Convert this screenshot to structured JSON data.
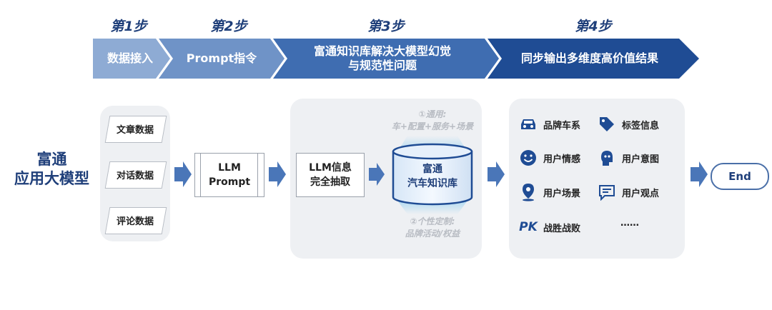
{
  "steps": [
    {
      "label": "第1步",
      "title": "数据接入"
    },
    {
      "label": "第2步",
      "title": "Prompt指令"
    },
    {
      "label": "第3步",
      "title_line1": "富通知识库解决大模型幻觉",
      "title_line2": "与规范性问题"
    },
    {
      "label": "第4步",
      "title": "同步输出多维度高价值结果"
    }
  ],
  "left_title": {
    "line1": "富通",
    "line2": "应用大模型"
  },
  "data_sources": [
    "文章数据",
    "对话数据",
    "评论数据"
  ],
  "prompt_box": {
    "line1": "LLM",
    "line2": "Prompt"
  },
  "extract_box": {
    "line1": "LLM信息",
    "line2": "完全抽取"
  },
  "knowledge_base": {
    "line1": "富通",
    "line2": "汽车知识库"
  },
  "note_general": {
    "line1": "①通用:",
    "line2": "车+配置+服务+场景"
  },
  "note_custom": {
    "line1": "②个性定制:",
    "line2": "品牌活动/权益"
  },
  "outputs": [
    {
      "icon": "car-icon",
      "label": "品牌车系"
    },
    {
      "icon": "tag-icon",
      "label": "标签信息"
    },
    {
      "icon": "smile-icon",
      "label": "用户情感"
    },
    {
      "icon": "head-icon",
      "label": "用户意图"
    },
    {
      "icon": "location-pin-icon",
      "label": "用户场景"
    },
    {
      "icon": "chat-icon",
      "label": "用户观点"
    },
    {
      "icon": "pk-icon",
      "label": "战胜战败"
    },
    {
      "icon": "",
      "label": "……"
    }
  ],
  "end_label": "End",
  "colors": {
    "chevron_light": "#7a9ccc",
    "chevron_dark": "#1f4c94",
    "accent": "#1f3f7a",
    "arrow": "#3f6fb5"
  }
}
